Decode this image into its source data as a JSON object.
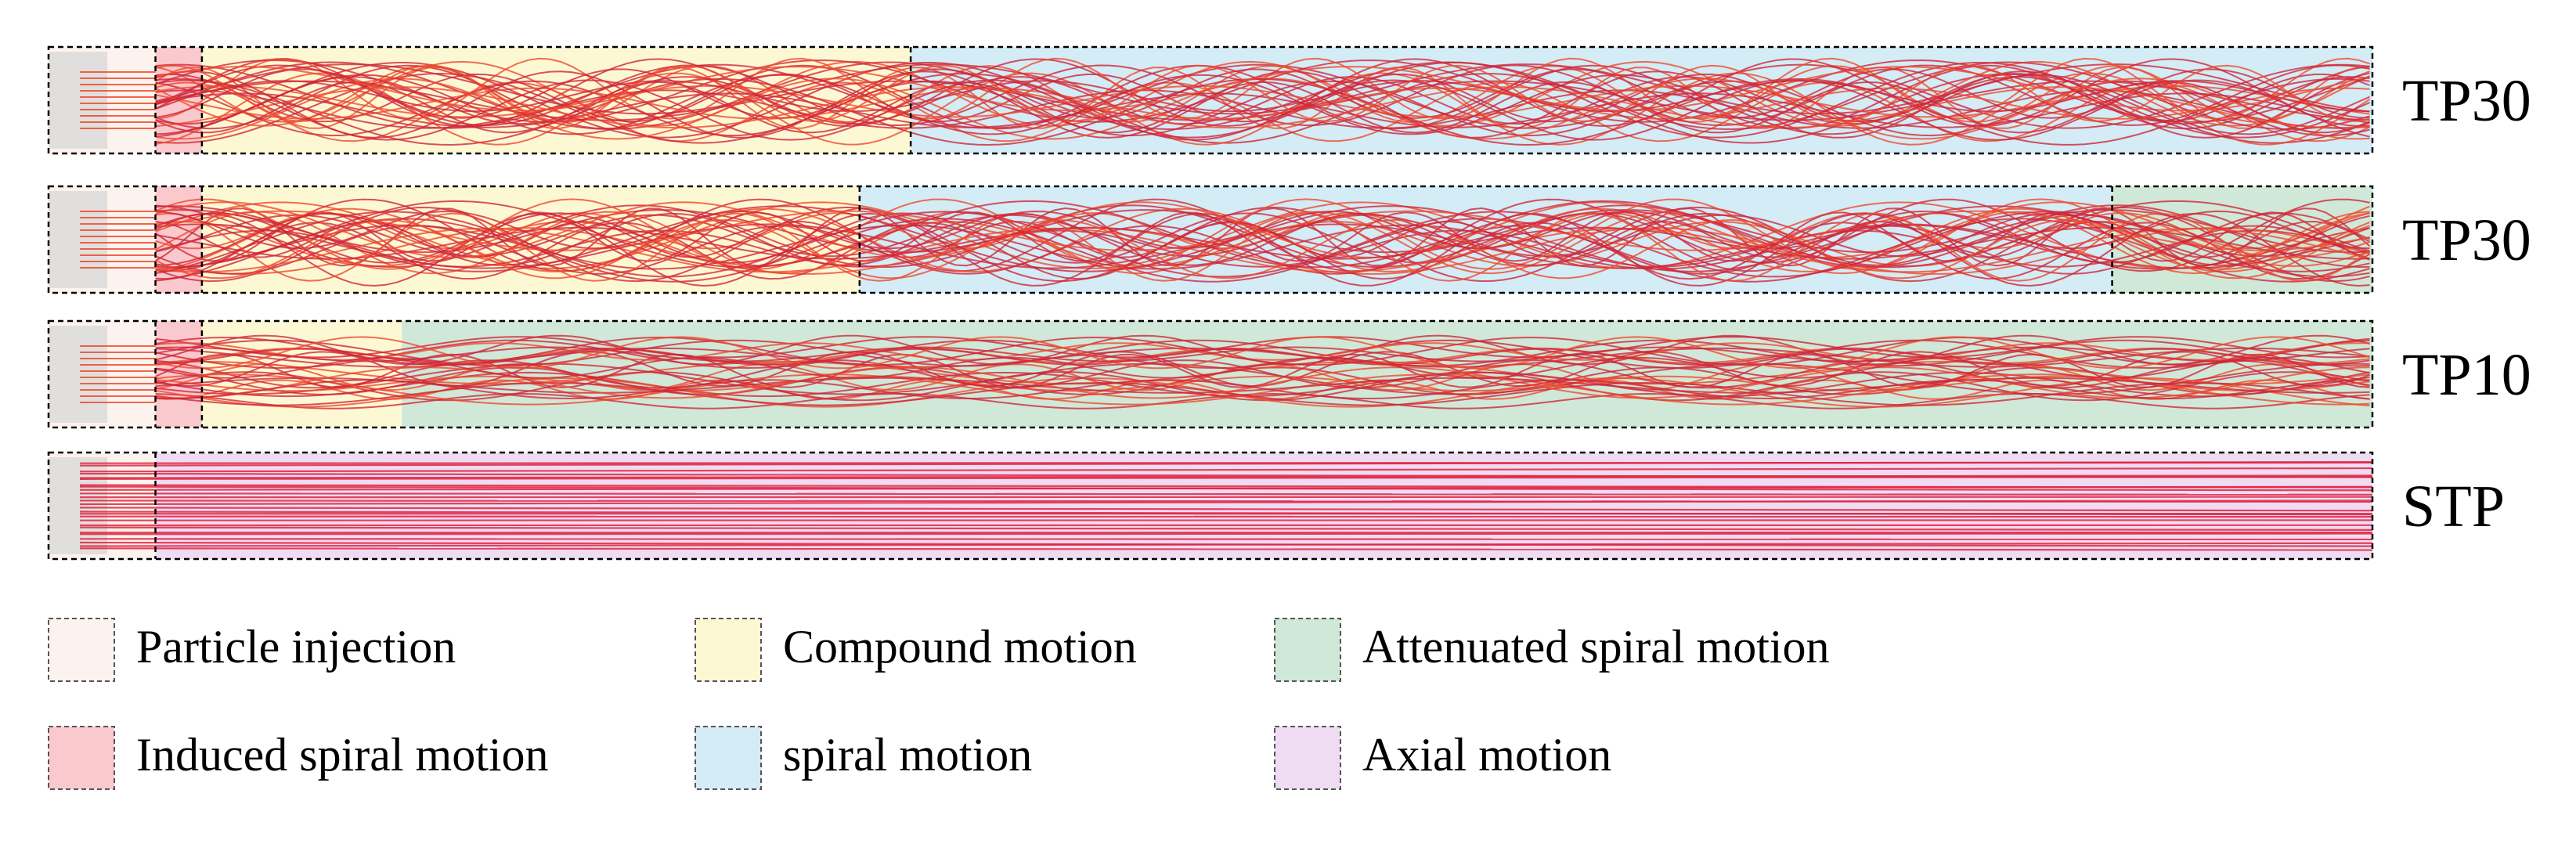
{
  "colors": {
    "injection": "#fdf3ee",
    "induced": "#f9c9cd",
    "compound": "#fdf8d4",
    "spiral": "#d3ecf6",
    "attenuated": "#cfe8d8",
    "axial": "#efdcf3",
    "trajectory_orange": "#ef4a2c",
    "trajectory_red": "#d0273a",
    "trajectory_crimson": "#e0243f",
    "inlet_grey": "#d9d9d9"
  },
  "pipes": [
    {
      "label": "TP30",
      "segments": [
        {
          "region": "injection",
          "start": 0.0,
          "end": 0.046
        },
        {
          "region": "induced",
          "start": 0.046,
          "end": 0.066
        },
        {
          "region": "compound",
          "start": 0.066,
          "end": 0.371
        },
        {
          "region": "spiral",
          "start": 0.371,
          "end": 1.0
        }
      ]
    },
    {
      "label": "TP30",
      "segments": [
        {
          "region": "injection",
          "start": 0.0,
          "end": 0.046
        },
        {
          "region": "induced",
          "start": 0.046,
          "end": 0.066
        },
        {
          "region": "compound",
          "start": 0.066,
          "end": 0.349
        },
        {
          "region": "spiral",
          "start": 0.349,
          "end": 0.888
        },
        {
          "region": "attenuated",
          "start": 0.888,
          "end": 1.0
        }
      ]
    },
    {
      "label": "TP10",
      "segments": [
        {
          "region": "injection",
          "start": 0.0,
          "end": 0.046
        },
        {
          "region": "induced",
          "start": 0.046,
          "end": 0.066
        },
        {
          "region": "compound",
          "start": 0.066,
          "end": 0.152
        },
        {
          "region": "attenuated",
          "start": 0.152,
          "end": 1.0
        }
      ]
    },
    {
      "label": "STP",
      "segments": [
        {
          "region": "injection",
          "start": 0.0,
          "end": 0.046
        },
        {
          "region": "axial",
          "start": 0.046,
          "end": 1.0
        }
      ]
    }
  ],
  "legend": [
    {
      "region": "injection",
      "label": "Particle injection"
    },
    {
      "region": "compound",
      "label": "Compound motion"
    },
    {
      "region": "attenuated",
      "label": "Attenuated spiral motion"
    },
    {
      "region": "induced",
      "label": "Induced spiral motion"
    },
    {
      "region": "spiral",
      "label": "spiral motion"
    },
    {
      "region": "axial",
      "label": "Axial  motion"
    }
  ]
}
